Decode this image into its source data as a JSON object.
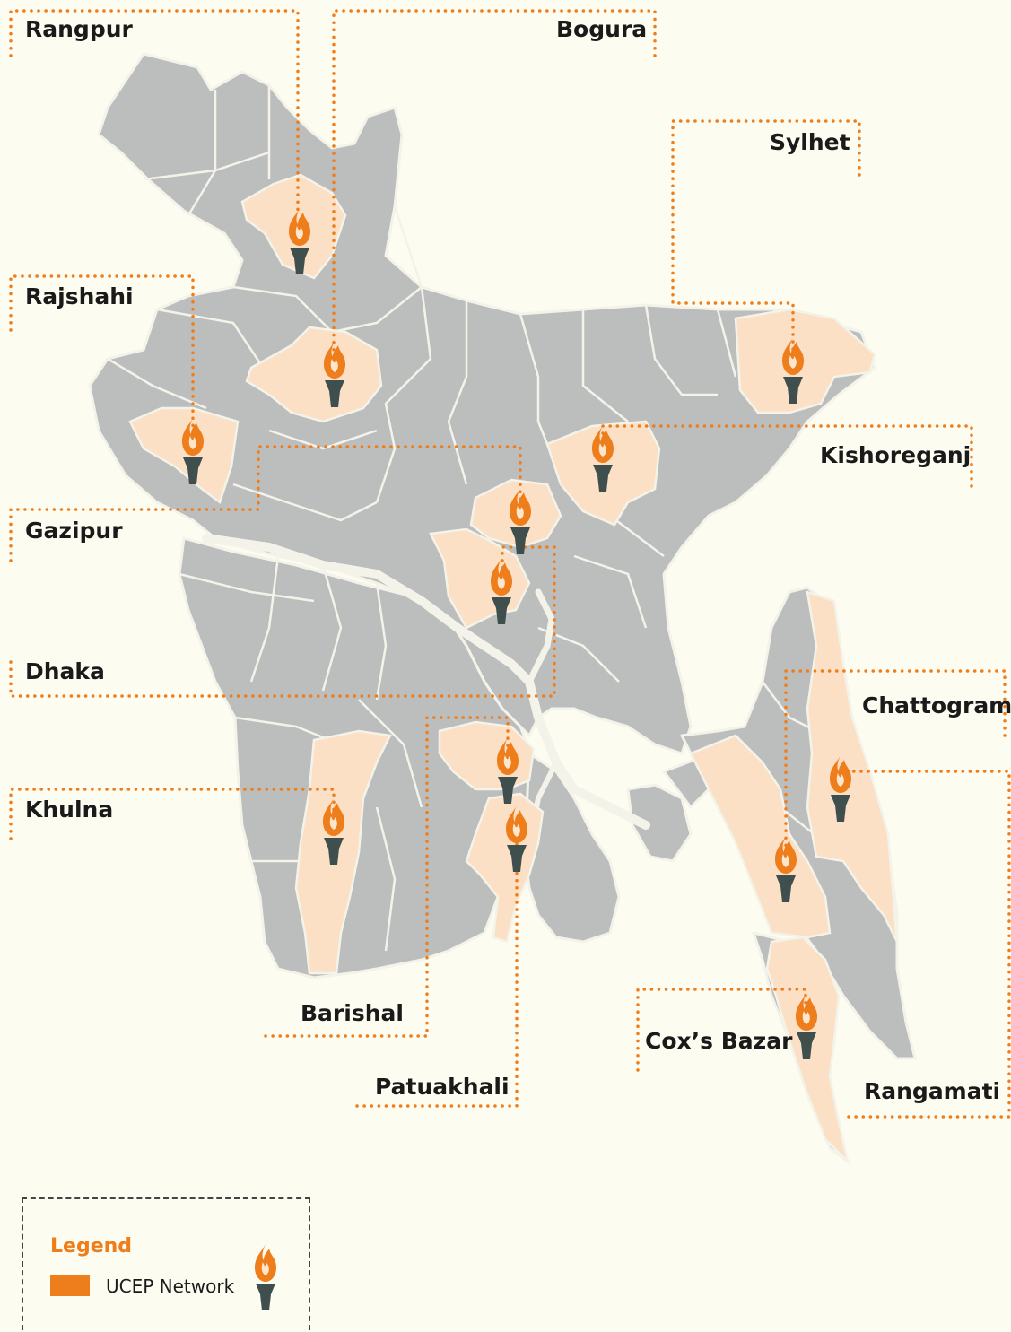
{
  "colors": {
    "background": "#fdfcf1",
    "land": "#bcbdbd",
    "border": "#f4f3ea",
    "highlight": "#fbe0c5",
    "accent": "#ee7d1c",
    "marker_dark": "#3f4f4e",
    "text": "#1a1a1a"
  },
  "marker_icon": "torch-icon",
  "labels": {
    "rangpur": "Rangpur",
    "bogura": "Bogura",
    "sylhet": "Sylhet",
    "rajshahi": "Rajshahi",
    "kishoreganj": "Kishoreganj",
    "gazipur": "Gazipur",
    "dhaka": "Dhaka",
    "chattogram": "Chattogram",
    "khulna": "Khulna",
    "barishal": "Barishal",
    "patuakhali": "Patuakhali",
    "coxs_bazar": "Cox’s Bazar",
    "rangamati": "Rangamati"
  },
  "legend": {
    "title": "Legend",
    "item_label": "UCEP Network"
  }
}
